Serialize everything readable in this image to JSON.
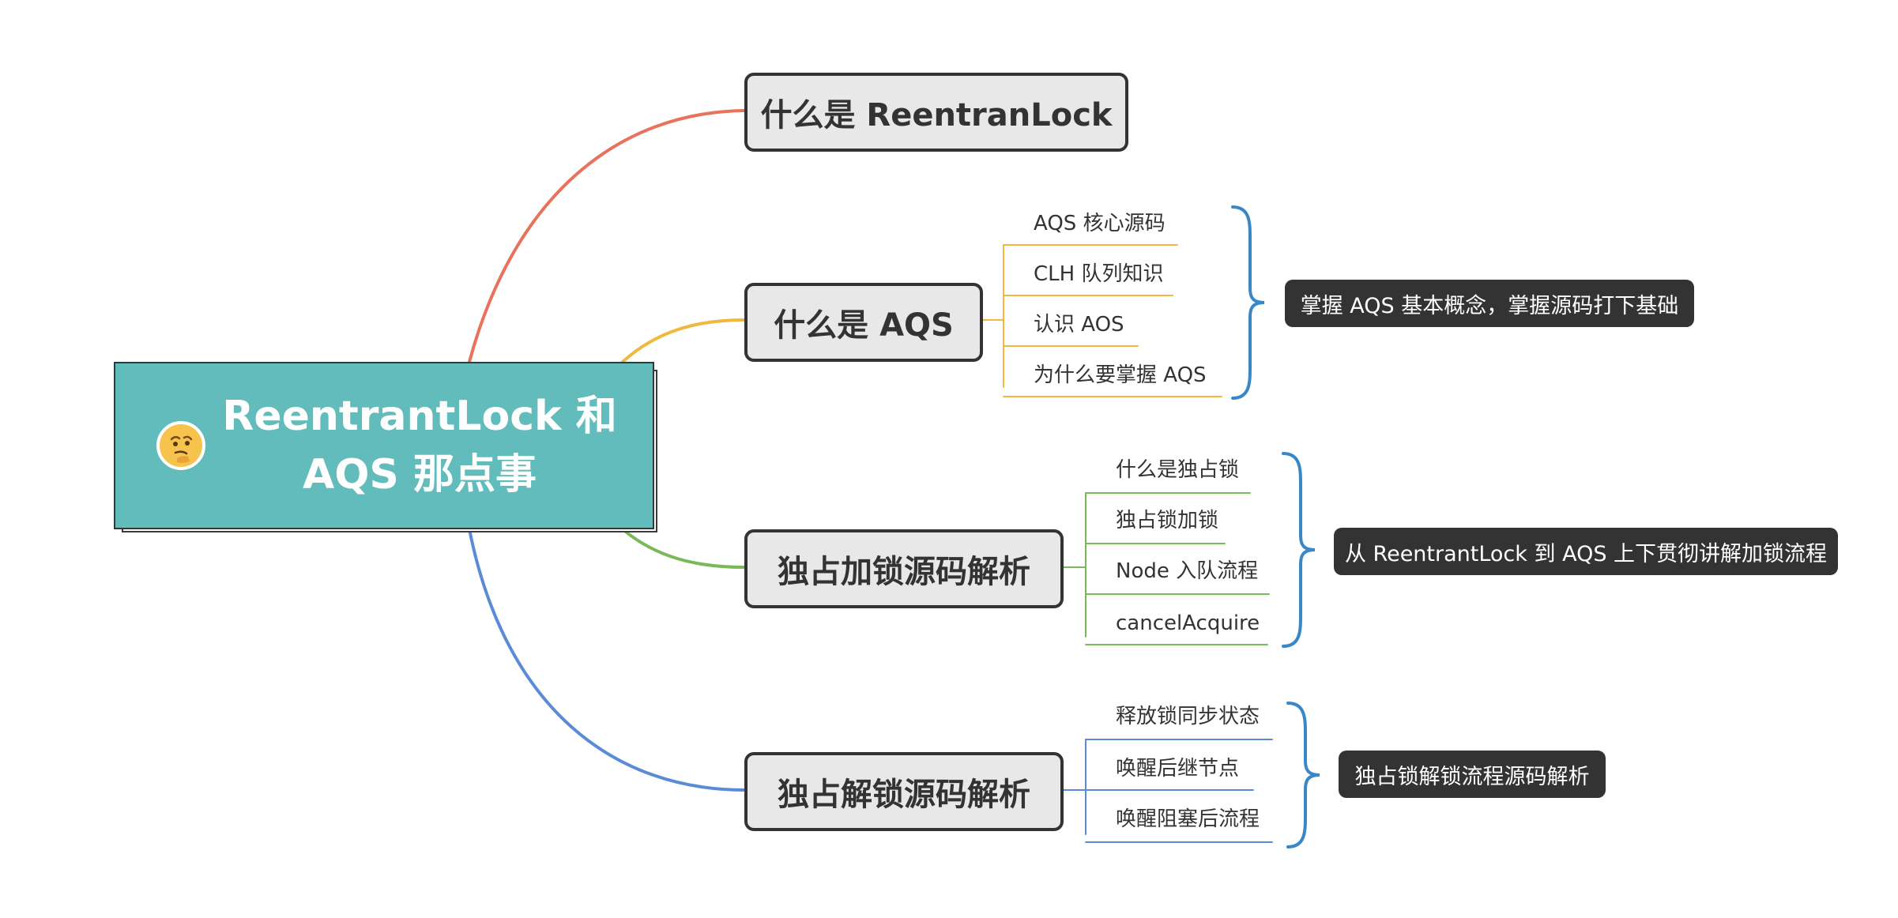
{
  "root": {
    "line1": "ReentrantLock 和",
    "line2": "AQS 那点事",
    "icon": "thinking-face-emoji"
  },
  "branches": [
    {
      "label": "什么是 ReentranLock",
      "color": "#e8725c"
    },
    {
      "label": "什么是 AQS",
      "color": "#f0b83c",
      "children": [
        "AQS 核心源码",
        "CLH 队列知识",
        "认识 AOS",
        "为什么要掌握 AQS"
      ],
      "summary": "掌握 AQS 基本概念，掌握源码打下基础"
    },
    {
      "label": "独占加锁源码解析",
      "color": "#7ab85a",
      "children": [
        "什么是独占锁",
        "独占锁加锁",
        "Node 入队流程",
        "cancelAcquire"
      ],
      "summary": "从 ReentrantLock 到 AQS 上下贯彻讲解加锁流程"
    },
    {
      "label": "独占解锁源码解析",
      "color": "#5b8bd6",
      "children": [
        "释放锁同步状态",
        "唤醒后继节点",
        "唤醒阻塞后流程"
      ],
      "summary": "独占锁解锁流程源码解析"
    }
  ],
  "colors": {
    "brace": "#3a87c8",
    "root_fill": "#63bcbc",
    "summary_fill": "#333333"
  }
}
